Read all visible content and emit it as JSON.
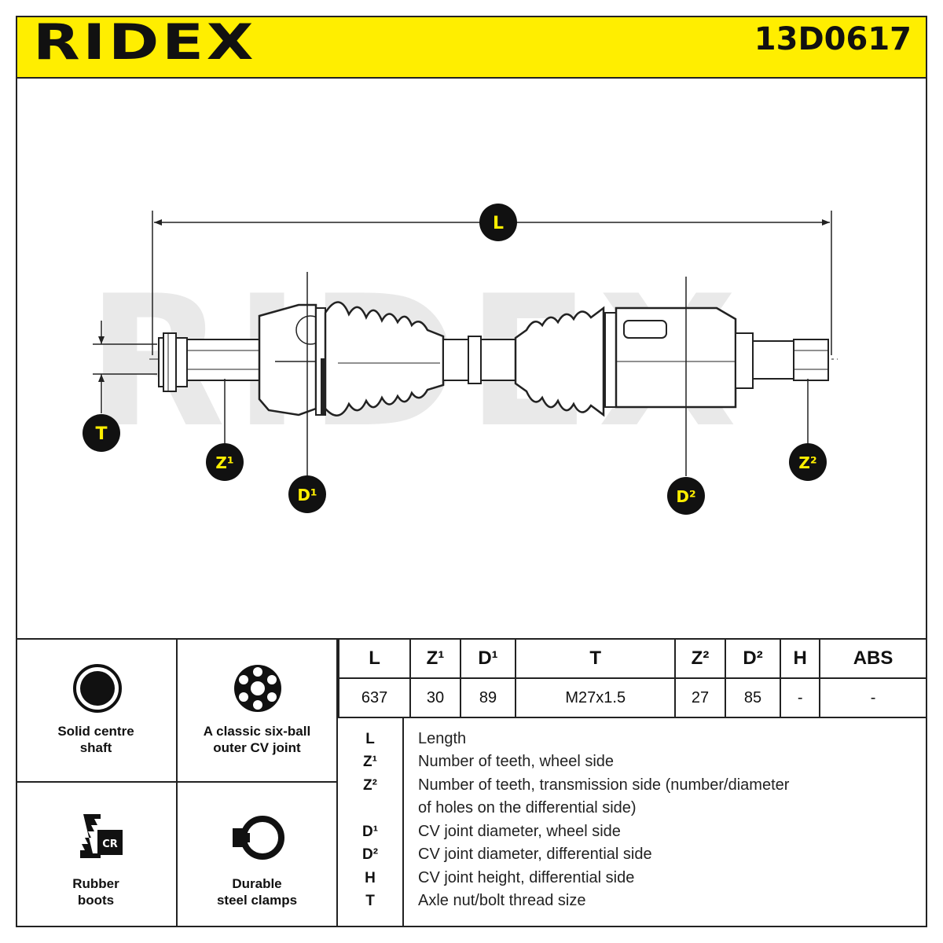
{
  "header": {
    "brand": "RIDEX",
    "part_number": "13D0617",
    "accent_color": "#ffee00"
  },
  "drawing": {
    "watermark": "RIDEX",
    "callouts": {
      "L": "L",
      "T": "T",
      "Z1": "Z¹",
      "D1": "D¹",
      "D2": "D²",
      "Z2": "Z²"
    }
  },
  "features": [
    {
      "icon": "solid-shaft-icon",
      "line1": "Solid centre",
      "line2": "shaft"
    },
    {
      "icon": "six-ball-joint-icon",
      "line1": "A classic six-ball",
      "line2": "outer CV joint"
    },
    {
      "icon": "rubber-boot-icon",
      "line1": "Rubber",
      "line2": "boots",
      "badge": "CR"
    },
    {
      "icon": "steel-clamp-icon",
      "line1": "Durable",
      "line2": "steel clamps"
    }
  ],
  "spec_table": {
    "headers": [
      "L",
      "Z¹",
      "D¹",
      "T",
      "Z²",
      "D²",
      "H",
      "ABS"
    ],
    "values": [
      "637",
      "30",
      "89",
      "M27x1.5",
      "27",
      "85",
      "-",
      "-"
    ]
  },
  "legend": [
    {
      "sym": "L",
      "text": "Length"
    },
    {
      "sym": "Z¹",
      "text": "Number of teeth, wheel side"
    },
    {
      "sym": "Z²",
      "text": "Number of teeth, transmission side (number/diameter"
    },
    {
      "sym": "",
      "text": "of holes on the differential side)"
    },
    {
      "sym": "D¹",
      "text": "CV joint diameter, wheel side"
    },
    {
      "sym": "D²",
      "text": "CV joint diameter, differential side"
    },
    {
      "sym": "H",
      "text": "CV joint height, differential side"
    },
    {
      "sym": "T",
      "text": "Axle nut/bolt thread size"
    }
  ]
}
